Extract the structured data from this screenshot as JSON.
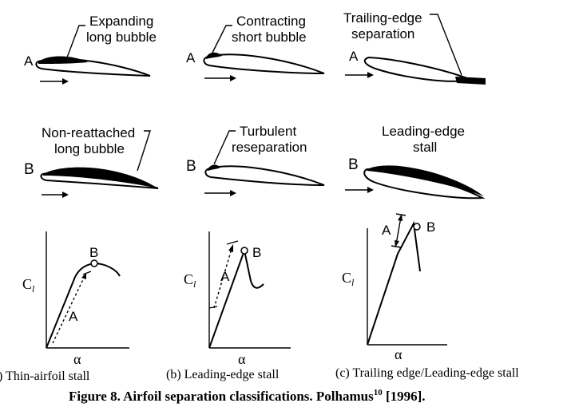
{
  "row1": {
    "a": {
      "annotation": [
        "Expanding",
        "long bubble"
      ],
      "point": "A"
    },
    "b": {
      "annotation": [
        "Contracting",
        "short bubble"
      ],
      "point": "A"
    },
    "c": {
      "annotation": [
        "Trailing-edge",
        "separation"
      ],
      "point": "A"
    }
  },
  "row2": {
    "a": {
      "annotation": [
        "Non-reattached",
        "long bubble"
      ],
      "point": "B"
    },
    "b": {
      "annotation": [
        "Turbulent",
        "reseparation"
      ],
      "point": "B"
    },
    "c": {
      "annotation": [
        "Leading-edge",
        "stall"
      ],
      "point": "B"
    }
  },
  "plots": [
    {
      "ylabel": "C",
      "ylabel_sub": "l",
      "xlabel": "α",
      "pointA": "A",
      "pointB": "B",
      "caption": ") Thin-airfoil stall"
    },
    {
      "ylabel": "C",
      "ylabel_sub": "l",
      "xlabel": "α",
      "pointA": "A",
      "pointB": "B",
      "caption": "(b) Leading-edge stall"
    },
    {
      "ylabel": "C",
      "ylabel_sub": "l",
      "xlabel": "α",
      "pointA": "A",
      "pointB": "B",
      "caption": "(c) Trailing edge/Leading-edge stall"
    }
  ],
  "figure_caption": {
    "prefix": "Figure 8. Airfoil separation classifications. Polhamus",
    "superscript": "10",
    "suffix": " [1996]."
  }
}
